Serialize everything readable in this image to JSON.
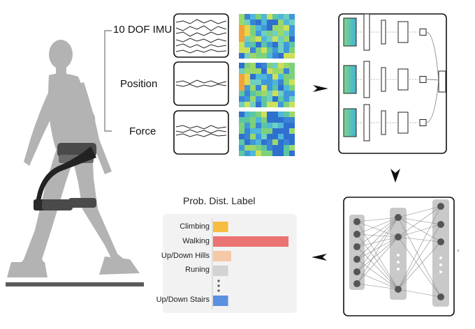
{
  "inputs": {
    "imu_label": "10 DOF IMU",
    "position_label": "Position",
    "force_label": "Force"
  },
  "chart_data": {
    "type": "bar",
    "title": "Prob. Dist. Label",
    "categories": [
      "Climbing",
      "Walking",
      "Up/Down Hills",
      "Runing",
      "Up/Down Stairs"
    ],
    "values": [
      0.2,
      1.0,
      0.24,
      0.2,
      0.2
    ],
    "colors": [
      "#f5bd41",
      "#ec7373",
      "#f5c9a7",
      "#d3d3d3",
      "#5b8fe0"
    ],
    "xlim": [
      0,
      1
    ]
  },
  "colors": {
    "silhouette": "#b3b3b3",
    "device": "#4a4a4a",
    "panel_bg": "#f2f2f2",
    "layer_bg": "#c9c9c9",
    "node": "#555555"
  }
}
